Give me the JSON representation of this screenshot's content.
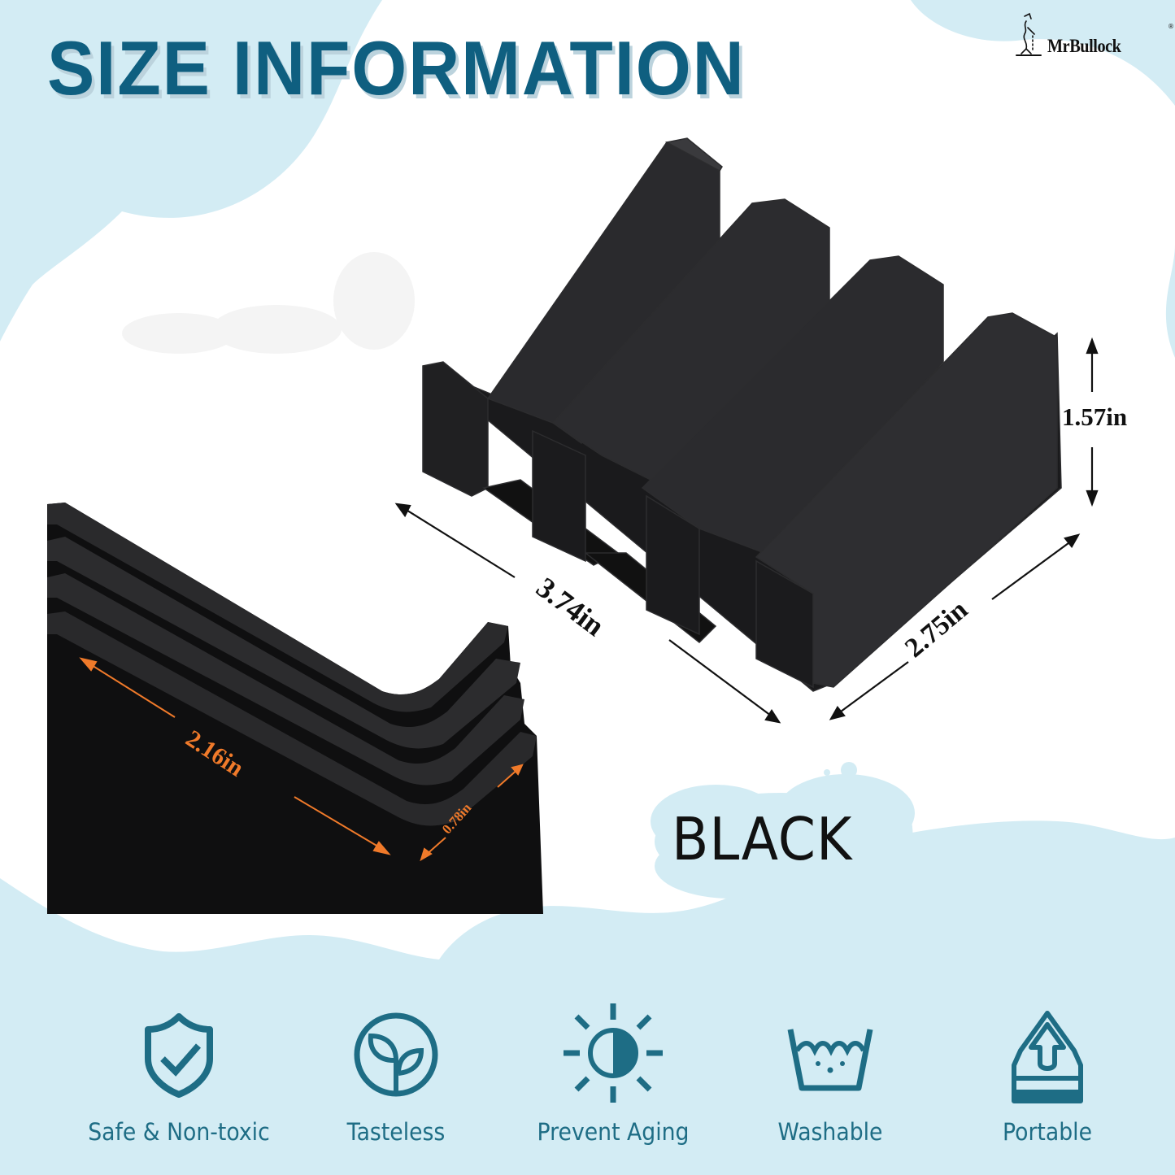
{
  "header": {
    "title": "SIZE INFORMATION",
    "brand": {
      "name": "MrBullock",
      "registered_mark": "®",
      "logo_icon": "fisherman-logo-icon"
    }
  },
  "product": {
    "color_label": "BLACK",
    "dimensions": {
      "height": "1.57in",
      "length": "3.74in",
      "width": "2.75in",
      "slope_length": "2.16in",
      "slot_depth": "0.78in"
    }
  },
  "features": [
    {
      "icon": "shield-check-icon",
      "label": "Safe & Non-toxic"
    },
    {
      "icon": "sprout-circle-icon",
      "label": "Tasteless"
    },
    {
      "icon": "sun-half-icon",
      "label": "Prevent Aging"
    },
    {
      "icon": "wash-basin-icon",
      "label": "Washable"
    },
    {
      "icon": "upload-tray-icon",
      "label": "Portable"
    }
  ],
  "colors": {
    "accent": "#0f5f80",
    "icon_teal": "#1e6d85",
    "background_blob": "#d3ecf4",
    "product_black": "#1c1c1e",
    "annotation_orange": "#f07a2a"
  }
}
